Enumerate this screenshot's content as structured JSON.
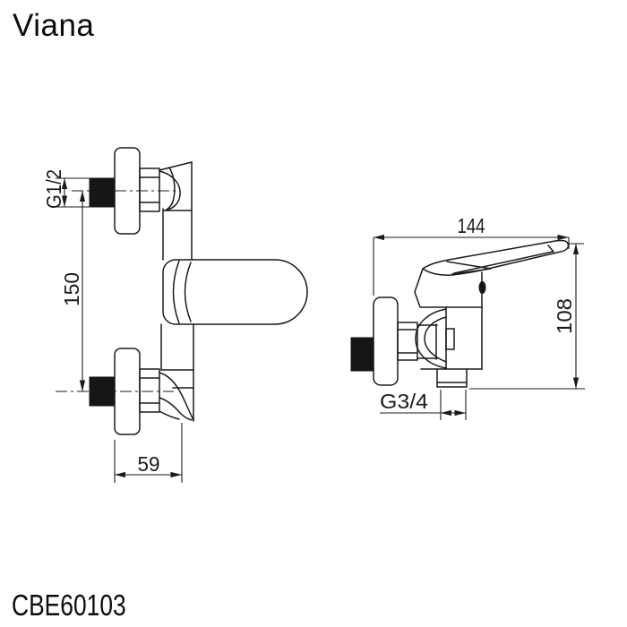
{
  "title": "Viana",
  "product_code": "CBE60103",
  "front_view": {
    "thread_label": "G1/2",
    "center_distance": "150",
    "depth": "59"
  },
  "side_view": {
    "width": "144",
    "height": "108",
    "outlet_thread": "G3/4"
  },
  "colors": {
    "line": "#1b1b1b",
    "background": "#ffffff"
  }
}
